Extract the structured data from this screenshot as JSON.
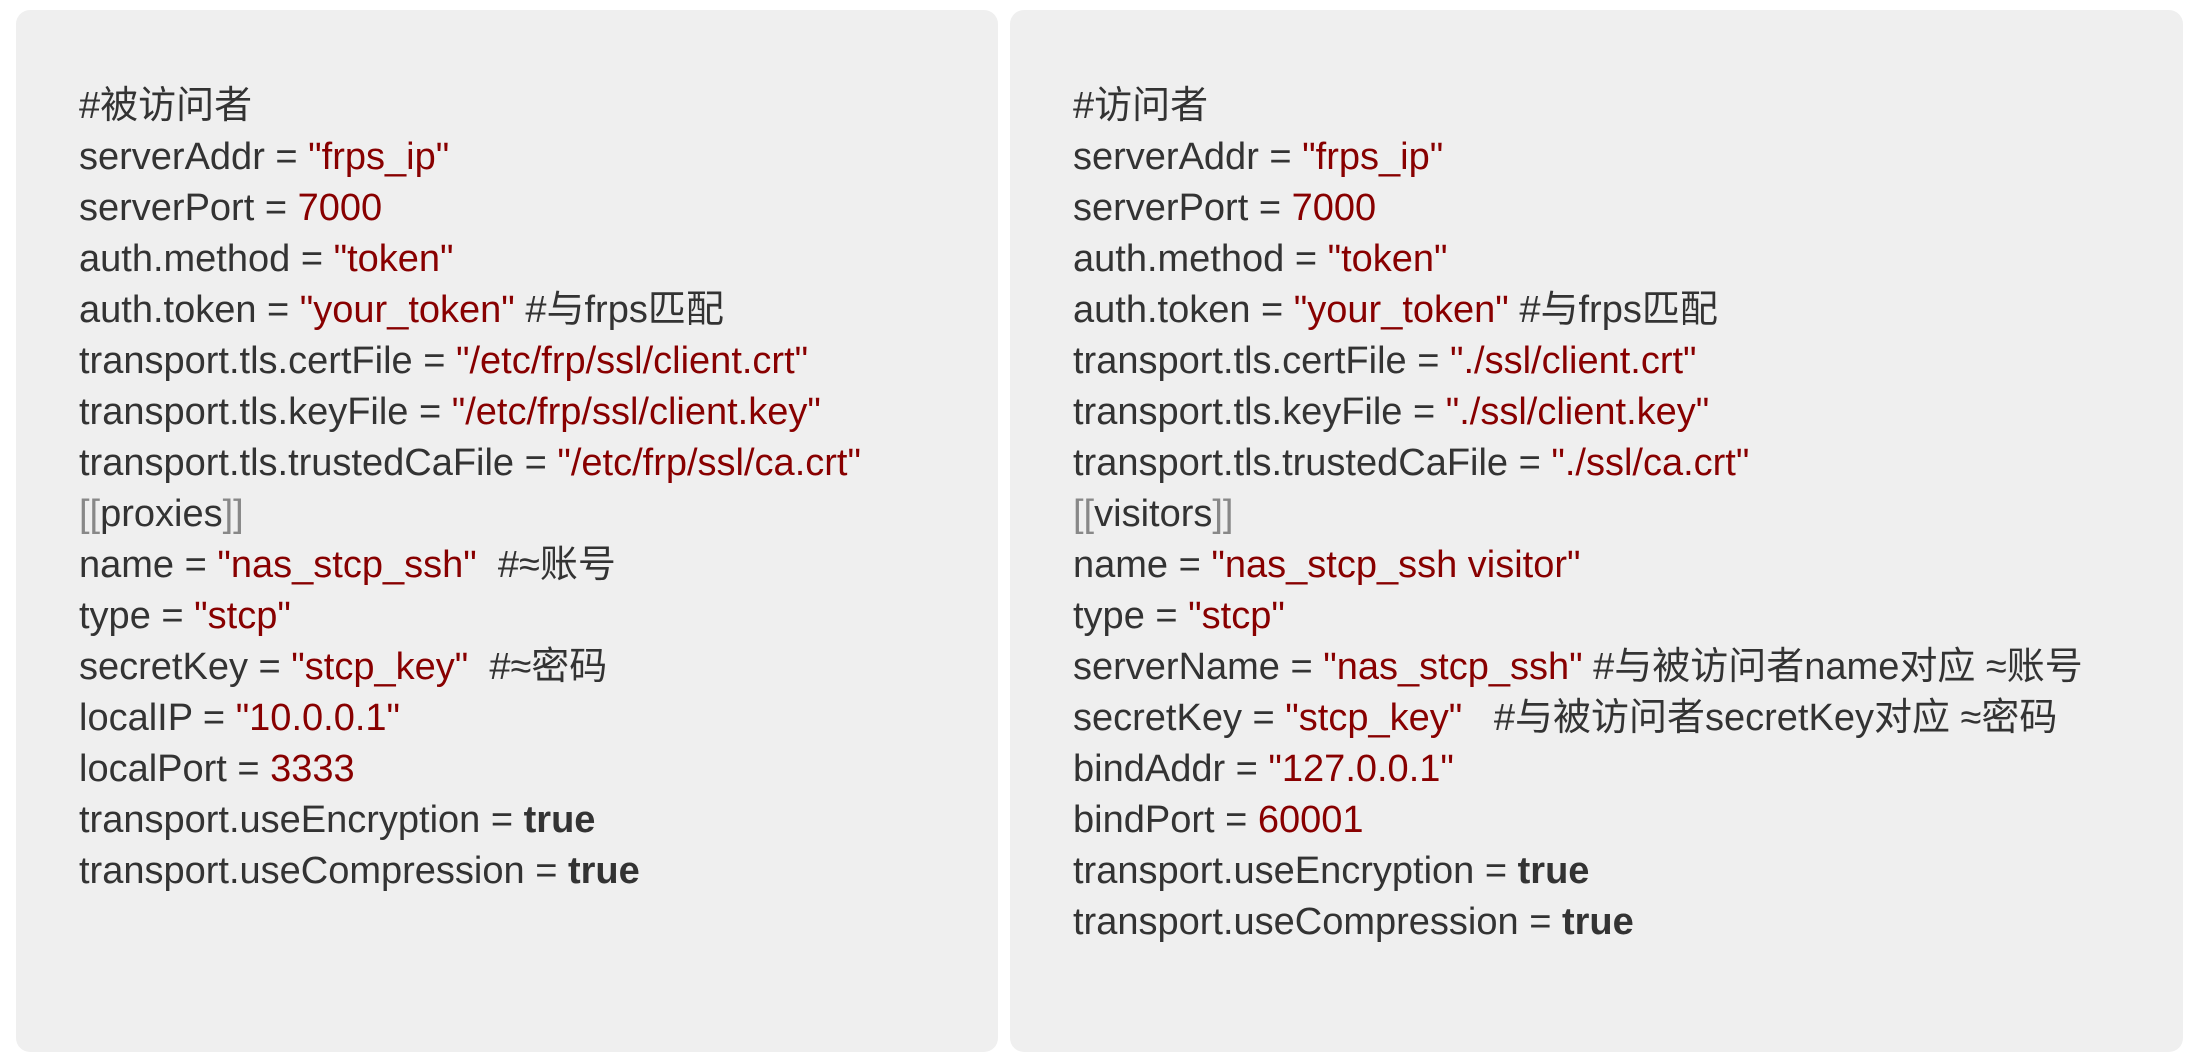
{
  "panels": [
    {
      "lines": [
        [
          {
            "t": "#被访问者",
            "c": "plain"
          }
        ],
        [
          {
            "t": "serverAddr = ",
            "c": "plain"
          },
          {
            "t": "\"frps_ip\"",
            "c": "str"
          }
        ],
        [
          {
            "t": "serverPort = ",
            "c": "plain"
          },
          {
            "t": "7000",
            "c": "num"
          }
        ],
        [
          {
            "t": "auth.method = ",
            "c": "plain"
          },
          {
            "t": "\"token\"",
            "c": "str"
          }
        ],
        [
          {
            "t": "auth.token = ",
            "c": "plain"
          },
          {
            "t": "\"your_token\"",
            "c": "str"
          },
          {
            "t": " #与frps匹配",
            "c": "plain"
          }
        ],
        [
          {
            "t": "transport.tls.certFile = ",
            "c": "plain"
          },
          {
            "t": "\"/etc/frp/ssl/client.crt\"",
            "c": "str"
          }
        ],
        [
          {
            "t": "transport.tls.keyFile = ",
            "c": "plain"
          },
          {
            "t": "\"/etc/frp/ssl/client.key\"",
            "c": "str"
          }
        ],
        [
          {
            "t": "transport.tls.trustedCaFile = ",
            "c": "plain"
          },
          {
            "t": "\"/etc/frp/ssl/ca.crt\"",
            "c": "str"
          }
        ],
        [
          {
            "t": "[[",
            "c": "br"
          },
          {
            "t": "proxies",
            "c": "plain"
          },
          {
            "t": "]]",
            "c": "br"
          }
        ],
        [
          {
            "t": "name = ",
            "c": "plain"
          },
          {
            "t": "\"nas_stcp_ssh\"",
            "c": "str"
          },
          {
            "t": "  #≈账号",
            "c": "plain"
          }
        ],
        [
          {
            "t": "type = ",
            "c": "plain"
          },
          {
            "t": "\"stcp\"",
            "c": "str"
          }
        ],
        [
          {
            "t": "secretKey = ",
            "c": "plain"
          },
          {
            "t": "\"stcp_key\"",
            "c": "str"
          },
          {
            "t": "  #≈密码",
            "c": "plain"
          }
        ],
        [
          {
            "t": "localIP = ",
            "c": "plain"
          },
          {
            "t": "\"10.0.0.1\"",
            "c": "str"
          }
        ],
        [
          {
            "t": "localPort = ",
            "c": "plain"
          },
          {
            "t": "3333",
            "c": "num"
          }
        ],
        [
          {
            "t": "transport.useEncryption = ",
            "c": "plain"
          },
          {
            "t": "true",
            "c": "kw"
          }
        ],
        [
          {
            "t": "transport.useCompression = ",
            "c": "plain"
          },
          {
            "t": "true",
            "c": "kw"
          }
        ]
      ]
    },
    {
      "lines": [
        [
          {
            "t": "#访问者",
            "c": "plain"
          }
        ],
        [
          {
            "t": "serverAddr = ",
            "c": "plain"
          },
          {
            "t": "\"frps_ip\"",
            "c": "str"
          }
        ],
        [
          {
            "t": "serverPort = ",
            "c": "plain"
          },
          {
            "t": "7000",
            "c": "num"
          }
        ],
        [
          {
            "t": "auth.method = ",
            "c": "plain"
          },
          {
            "t": "\"token\"",
            "c": "str"
          }
        ],
        [
          {
            "t": "auth.token = ",
            "c": "plain"
          },
          {
            "t": "\"your_token\"",
            "c": "str"
          },
          {
            "t": " #与frps匹配",
            "c": "plain"
          }
        ],
        [
          {
            "t": "transport.tls.certFile = ",
            "c": "plain"
          },
          {
            "t": "\"./ssl/client.crt\"",
            "c": "str"
          }
        ],
        [
          {
            "t": "transport.tls.keyFile = ",
            "c": "plain"
          },
          {
            "t": "\"./ssl/client.key\"",
            "c": "str"
          }
        ],
        [
          {
            "t": "transport.tls.trustedCaFile = ",
            "c": "plain"
          },
          {
            "t": "\"./ssl/ca.crt\"",
            "c": "str"
          }
        ],
        [
          {
            "t": "[[",
            "c": "br"
          },
          {
            "t": "visitors",
            "c": "plain"
          },
          {
            "t": "]]",
            "c": "br"
          }
        ],
        [
          {
            "t": "name = ",
            "c": "plain"
          },
          {
            "t": "\"nas_stcp_ssh visitor\"",
            "c": "str"
          }
        ],
        [
          {
            "t": "type = ",
            "c": "plain"
          },
          {
            "t": "\"stcp\"",
            "c": "str"
          }
        ],
        [
          {
            "t": "serverName = ",
            "c": "plain"
          },
          {
            "t": "\"nas_stcp_ssh\"",
            "c": "str"
          },
          {
            "t": " #与被访问者name对应 ≈账号",
            "c": "plain"
          }
        ],
        [
          {
            "t": "secretKey = ",
            "c": "plain"
          },
          {
            "t": "\"stcp_key\"",
            "c": "str"
          },
          {
            "t": "   #与被访问者secretKey对应 ≈密码",
            "c": "plain"
          }
        ],
        [
          {
            "t": "bindAddr = ",
            "c": "plain"
          },
          {
            "t": "\"127.0.0.1\"",
            "c": "str"
          }
        ],
        [
          {
            "t": "bindPort = ",
            "c": "plain"
          },
          {
            "t": "60001",
            "c": "num"
          }
        ],
        [
          {
            "t": "transport.useEncryption = ",
            "c": "plain"
          },
          {
            "t": "true",
            "c": "kw"
          }
        ],
        [
          {
            "t": "transport.useCompression = ",
            "c": "plain"
          },
          {
            "t": "true",
            "c": "kw"
          }
        ]
      ]
    }
  ]
}
